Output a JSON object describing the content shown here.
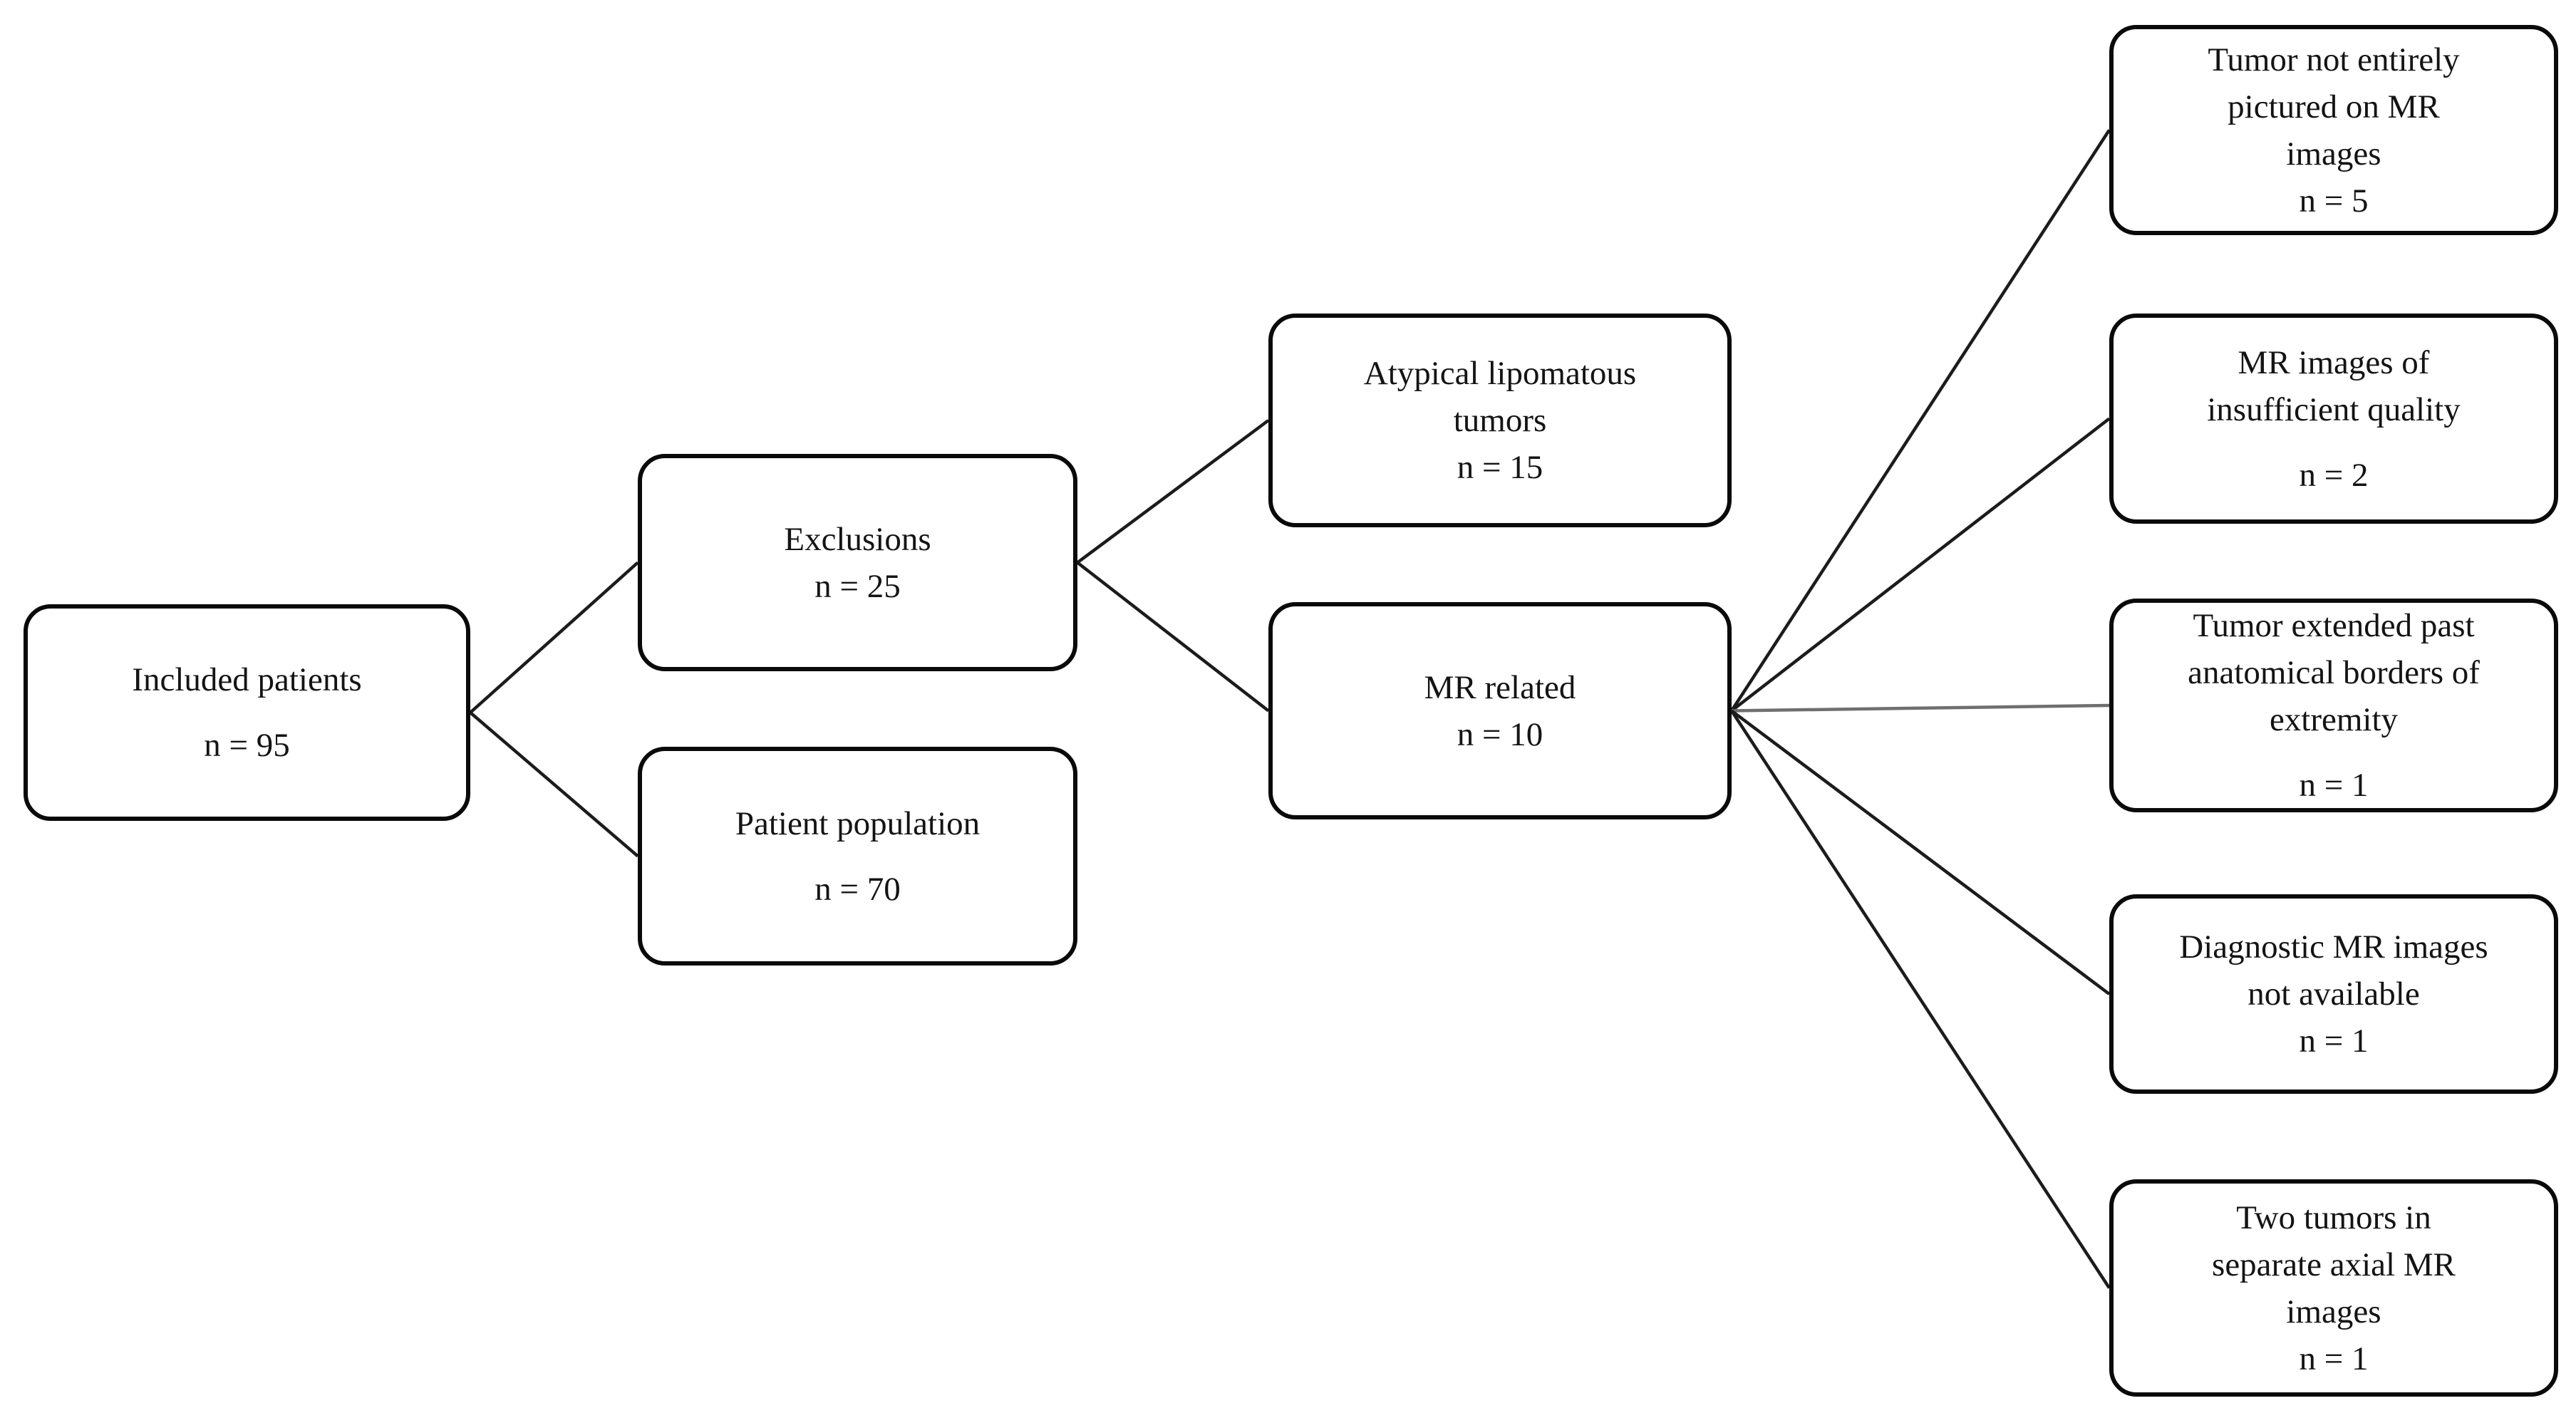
{
  "colors": {
    "background": "#ffffff",
    "box_fill": "#ffffff",
    "box_border": "#0a0a0a",
    "text": "#141414",
    "connector": "#1c1c1c",
    "connector_gray": "#6f6f6f"
  },
  "diagram": {
    "boxes": [
      {
        "id": "included-patients",
        "lines": [
          "Included patients",
          "n = 95"
        ]
      },
      {
        "id": "exclusions",
        "lines": [
          "Exclusions",
          "n = 25"
        ]
      },
      {
        "id": "patient-population",
        "lines": [
          "Patient population",
          "n = 70"
        ]
      },
      {
        "id": "atypical-lipomatous-tumors",
        "lines": [
          "Atypical lipomatous",
          "tumors",
          "n = 15"
        ]
      },
      {
        "id": "mr-related",
        "lines": [
          "MR related",
          "n = 10"
        ]
      },
      {
        "id": "tumor-not-entirely-pictured",
        "lines": [
          "Tumor not entirely",
          "pictured on MR",
          "images",
          "n = 5"
        ]
      },
      {
        "id": "mr-images-insufficient-quality",
        "lines": [
          "MR images of",
          "insufficient quality",
          "n = 2"
        ]
      },
      {
        "id": "tumor-extended-past-borders",
        "lines": [
          "Tumor extended past",
          "anatomical borders of",
          "extremity",
          "n = 1"
        ]
      },
      {
        "id": "diagnostic-mr-not-available",
        "lines": [
          "Diagnostic MR images",
          "not available",
          "n = 1"
        ]
      },
      {
        "id": "two-tumors-separate-axial",
        "lines": [
          "Two tumors in",
          "separate axial MR",
          "images",
          "n = 1"
        ]
      }
    ],
    "edges": [
      {
        "from": "included-patients",
        "to": "exclusions"
      },
      {
        "from": "included-patients",
        "to": "patient-population"
      },
      {
        "from": "exclusions",
        "to": "atypical-lipomatous-tumors"
      },
      {
        "from": "exclusions",
        "to": "mr-related"
      },
      {
        "from": "mr-related",
        "to": "tumor-not-entirely-pictured"
      },
      {
        "from": "mr-related",
        "to": "mr-images-insufficient-quality"
      },
      {
        "from": "mr-related",
        "to": "tumor-extended-past-borders",
        "color": "#6f6f6f"
      },
      {
        "from": "mr-related",
        "to": "diagnostic-mr-not-available"
      },
      {
        "from": "mr-related",
        "to": "two-tumors-separate-axial"
      }
    ]
  }
}
